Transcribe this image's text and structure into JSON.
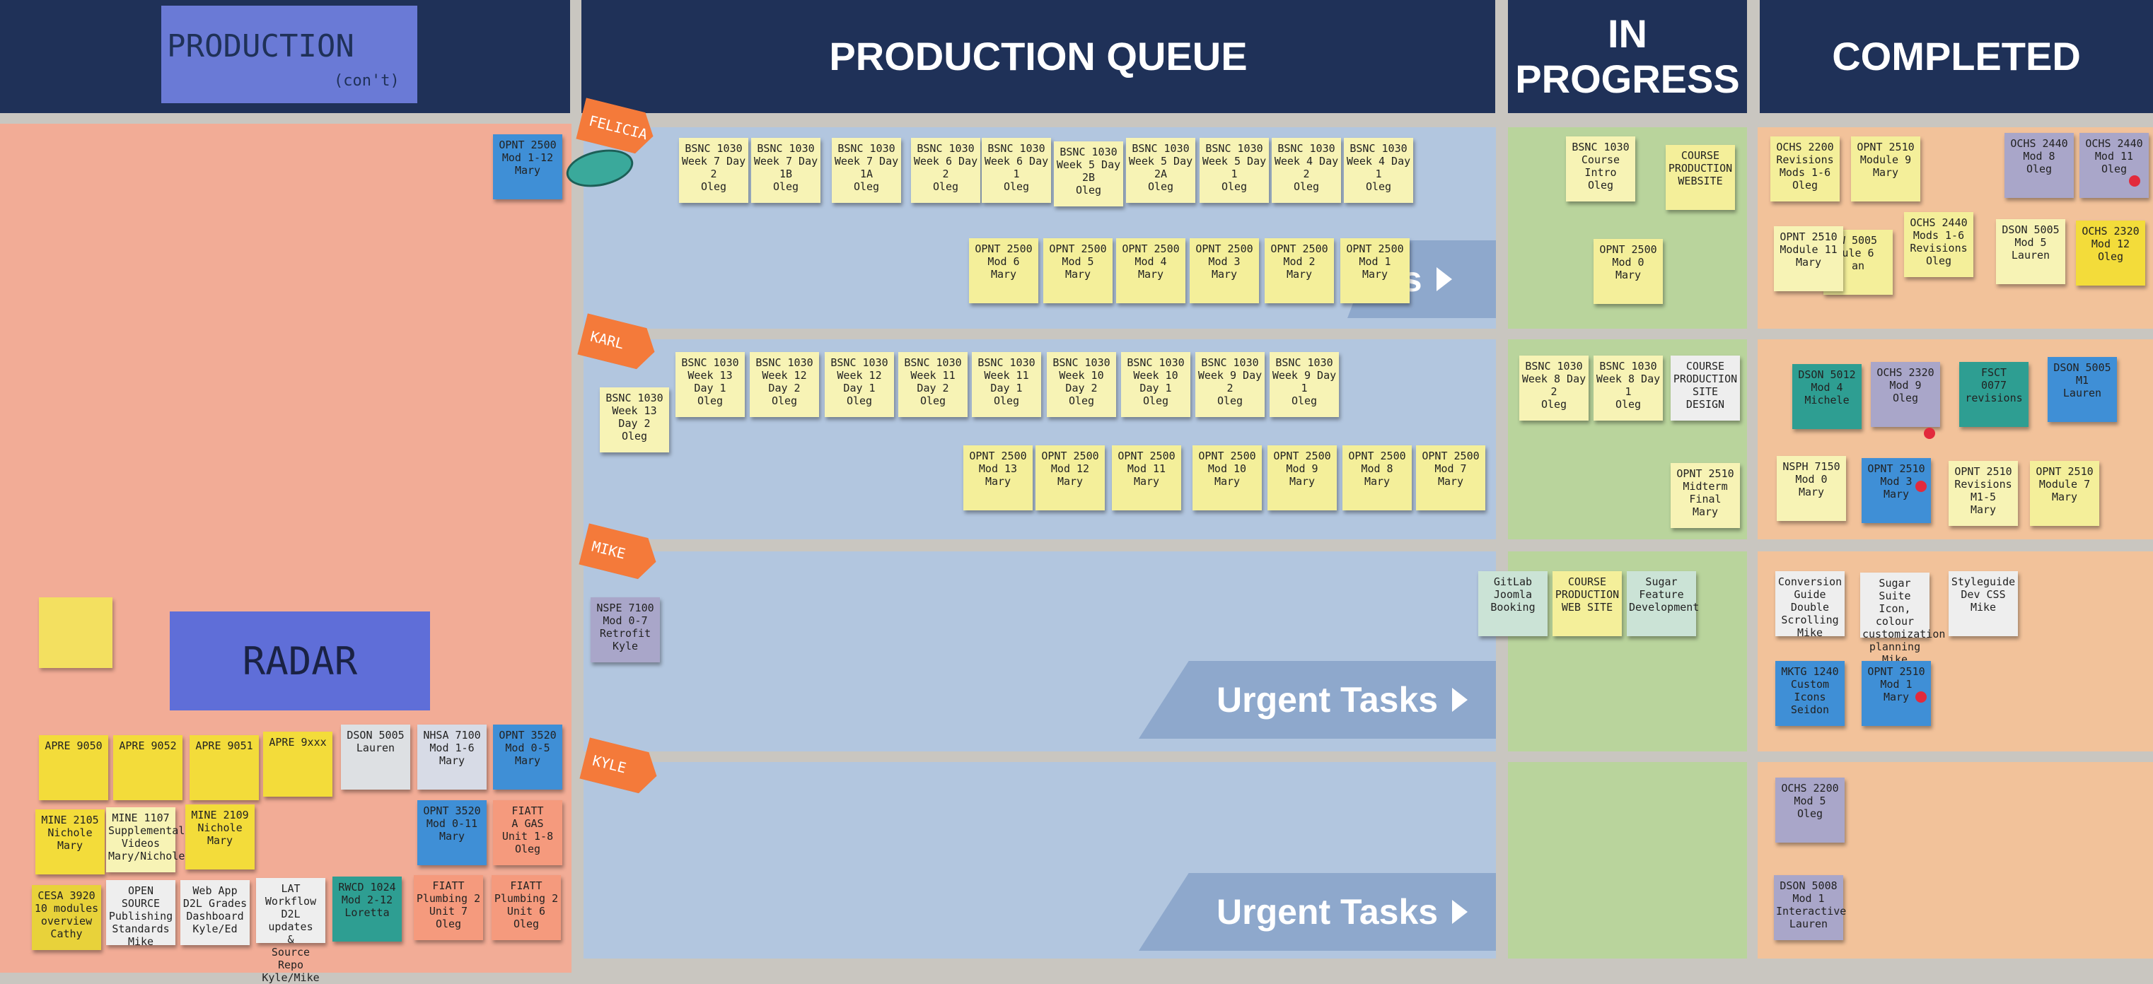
{
  "headers": {
    "production_card": "PRODUCTION",
    "production_sub": "(con't)",
    "queue": "PRODUCTION QUEUE",
    "in_progress": "IN\nPROGRESS",
    "completed": "COMPLETED"
  },
  "radar_label": "RADAR",
  "tags": {
    "felicia": "FELICIA",
    "karl": "KARL",
    "mike": "MIKE",
    "kyle": "KYLE"
  },
  "urgent_label": "Urgent Tasks",
  "urgent_partial": "ks",
  "notes": {
    "n1": "OPNT 2500\nMod 1-12\nMary",
    "f1": "BSNC 1030\nWeek 7 Day 2\nOleg",
    "f2": "BSNC 1030\nWeek 7 Day 1B\nOleg",
    "f3": "BSNC 1030\nWeek 7 Day 1A\nOleg",
    "f4": "BSNC 1030\nWeek 6 Day 2\nOleg",
    "f5": "BSNC 1030\nWeek 6 Day 1\nOleg",
    "f6": "BSNC 1030\nWeek 5 Day 2B\nOleg",
    "f7": "BSNC 1030\nWeek 5 Day 2A\nOleg",
    "f8": "BSNC 1030\nWeek 5 Day 1\nOleg",
    "f9": "BSNC 1030\nWeek 4 Day 2\nOleg",
    "f10": "BSNC 1030\nWeek 4 Day 1\nOleg",
    "g1": "OPNT 2500\nMod 6\nMary",
    "g2": "OPNT 2500\nMod 5\nMary",
    "g3": "OPNT 2500\nMod 4\nMary",
    "g4": "OPNT 2500\nMod 3\nMary",
    "g5": "OPNT 2500\nMod 2\nMary",
    "g6": "OPNT 2500\nMod 1\nMary",
    "k0": "BSNC 1030\nWeek 13 Day 2\nOleg",
    "k1": "BSNC 1030\nWeek 13 Day 1\nOleg",
    "k2": "BSNC 1030\nWeek 12 Day 2\nOleg",
    "k3": "BSNC 1030\nWeek 12 Day 1\nOleg",
    "k4": "BSNC 1030\nWeek 11 Day 2\nOleg",
    "k5": "BSNC 1030\nWeek 11 Day 1\nOleg",
    "k6": "BSNC 1030\nWeek 10 Day 2\nOleg",
    "k7": "BSNC 1030\nWeek 10 Day 1\nOleg",
    "k8": "BSNC 1030\nWeek 9 Day 2\nOleg",
    "k9": "BSNC 1030\nWeek 9 Day 1\nOleg",
    "h1": "OPNT 2500\nMod 13\nMary",
    "h2": "OPNT 2500\nMod 12\nMary",
    "h3": "OPNT 2500\nMod 11\nMary",
    "h4": "OPNT 2500\nMod 10\nMary",
    "h5": "OPNT 2500\nMod 9\nMary",
    "h6": "OPNT 2500\nMod 8\nMary",
    "h7": "OPNT 2500\nMod 7\nMary",
    "m1": "NSPE 7100\nMod 0-7\nRetrofit\nKyle",
    "p1": "BSNC 1030\nCourse Intro\nOleg",
    "p2": "COURSE\nPRODUCTION\nWEBSITE",
    "p3": "OPNT 2500\nMod 0\nMary",
    "p4": "BSNC 1030\nWeek 8 Day 2\nOleg",
    "p5": "BSNC 1030\nWeek 8 Day 1\nOleg",
    "p6": "COURSE\nPRODUCTION\nSITE\nDESIGN",
    "p7": "OPNT 2510\nMidterm\nFinal\nMary",
    "p8": "GitLab\nJoomla\nBooking",
    "p9": "COURSE\nPRODUCTION\nWEB SITE",
    "p10": "Sugar\nFeature\nDevelopment",
    "c1": "OCHS 2200\nRevisions\nMods 1-6\nOleg",
    "c2": "OPNT 2510\nModule 9\nMary",
    "c3": "OCHS 2440\nMod 8\nOleg",
    "c4": "OCHS 2440\nMod 11\nOleg",
    "c5": "OPNT 2510\nModule 11\nMary",
    "c6": "W 5005\nule 6\nan",
    "c7": "OCHS 2440\nMods 1-6\nRevisions\nOleg",
    "c8": "DSON 5005\nMod 5\nLauren",
    "c9": "OCHS 2320\nMod 12\nOleg",
    "c10": "DSON 5012\nMod 4\nMichele",
    "c11": "OCHS 2320\nMod 9\nOleg",
    "c12": "FSCT\n0077\nrevisions",
    "c13": "DSON 5005\nM1\nLauren",
    "c14": "NSPH 7150\nMod 0\nMary",
    "c15": "OPNT 2510\nMod 3\nMary",
    "c16": "OPNT 2510\nRevisions\nM1-5\nMary",
    "c17": "OPNT 2510\nModule 7\nMary",
    "c18": "Conversion Guide\nDouble\nScrolling\nMike",
    "c19": "Sugar Suite\nIcon, colour\ncustomization\nplanning\nMike",
    "c20": "Styleguide\nDev CSS\nMike",
    "c21": "MKTG 1240\nCustom\nIcons\nSeidon",
    "c22": "OPNT 2510\nMod 1\nMary",
    "c23": "OCHS 2200\nMod 5\nOleg",
    "c24": "DSON 5008\nMod 1\nInteractive\nLauren",
    "r1": "APRE 9050",
    "r2": "APRE 9052",
    "r3": "APRE 9051",
    "r4": "APRE 9xxx",
    "r5": "DSON 5005\nLauren",
    "r6": "NHSA 7100\nMod 1-6\nMary",
    "r7": "OPNT 3520\nMod 0-5\nMary",
    "r8": "MINE 2105\nNichole\nMary",
    "r9": "MINE 1107\nSupplemental\nVideos\nMary/Nichole",
    "r10": "MINE 2109\nNichole\nMary",
    "r11": "OPNT 3520\nMod 0-11\nMary",
    "r12": "FIATT\nA GAS\nUnit 1-8\nOleg",
    "r13": "CESA 3920\n10 modules\noverview\nCathy",
    "r14": "OPEN SOURCE\nPublishing\nStandards\nMike",
    "r15": "Web App\nD2L Grades\nDashboard\nKyle/Ed",
    "r16": "LAT Workflow\nD2L updates\n&\nSource Repo\nKyle/Mike",
    "r17": "RWCD 1024\nMod 2-12\nLoretta",
    "r18": "FIATT\nPlumbing 2\nUnit 7\nOleg",
    "r19": "FIATT\nPlumbing 2\nUnit 6\nOleg"
  }
}
